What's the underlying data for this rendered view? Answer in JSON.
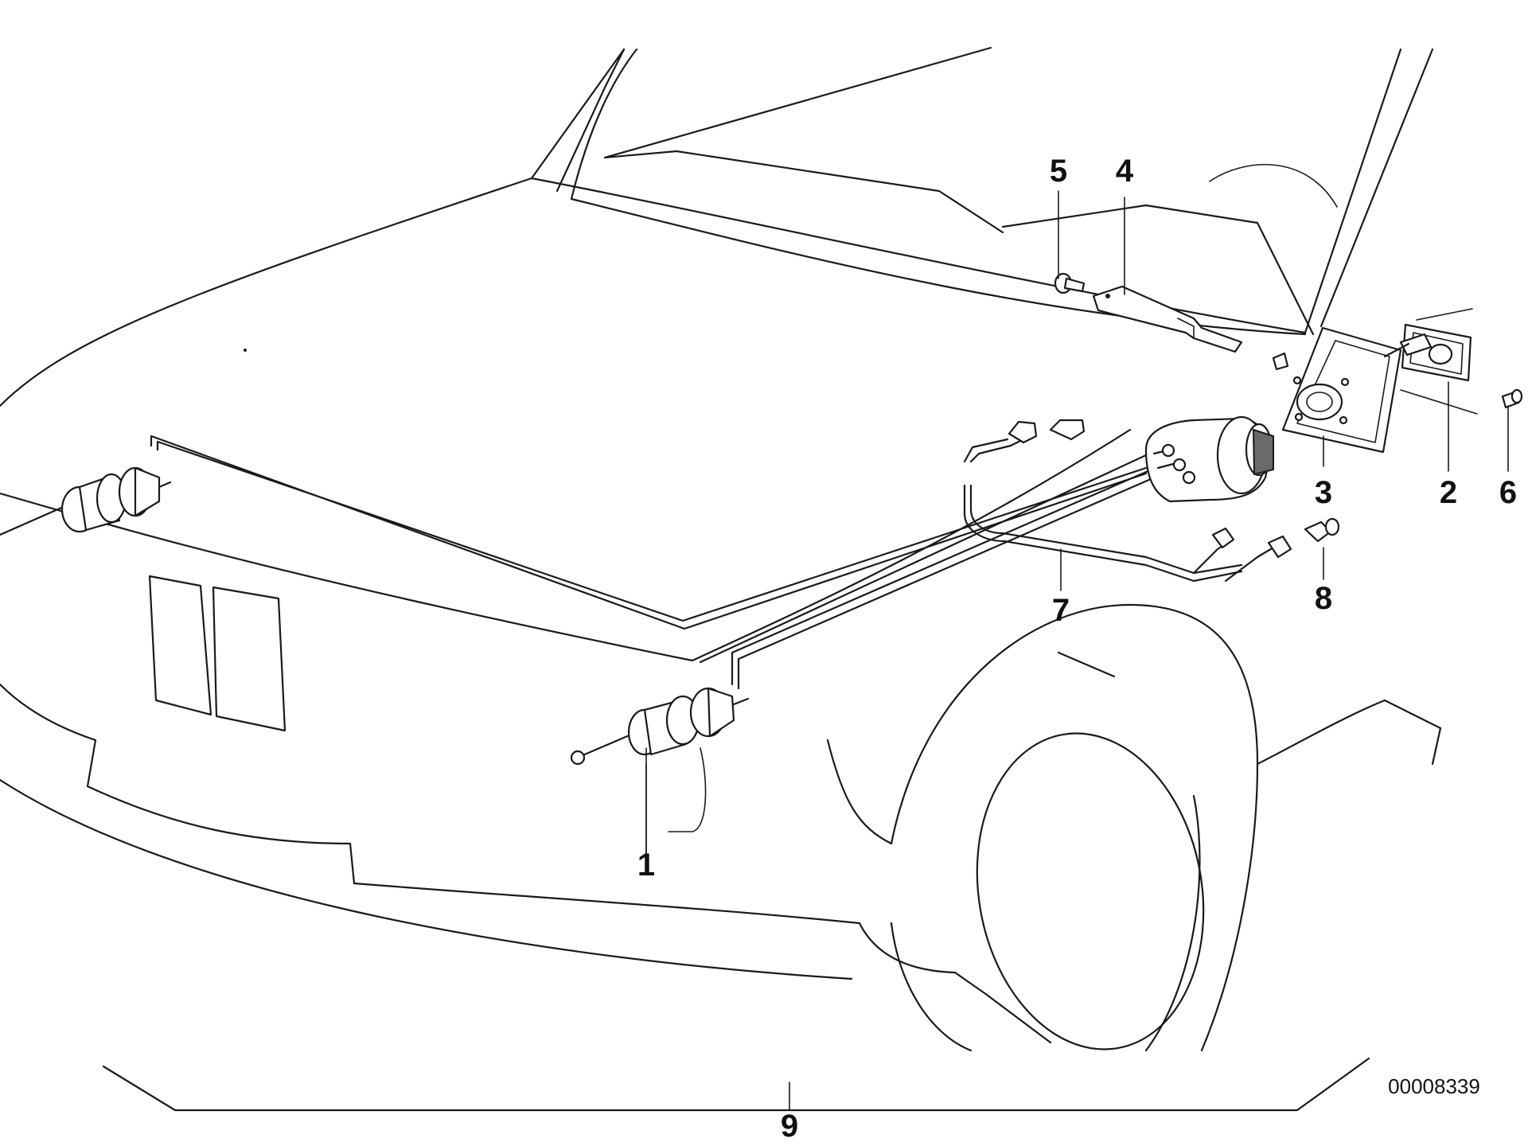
{
  "callouts": [
    "1",
    "2",
    "3",
    "4",
    "5",
    "6",
    "7",
    "8",
    "9"
  ],
  "doc_number": "00008339",
  "colors": {
    "line": "#1a1a1a",
    "background": "#ffffff"
  }
}
